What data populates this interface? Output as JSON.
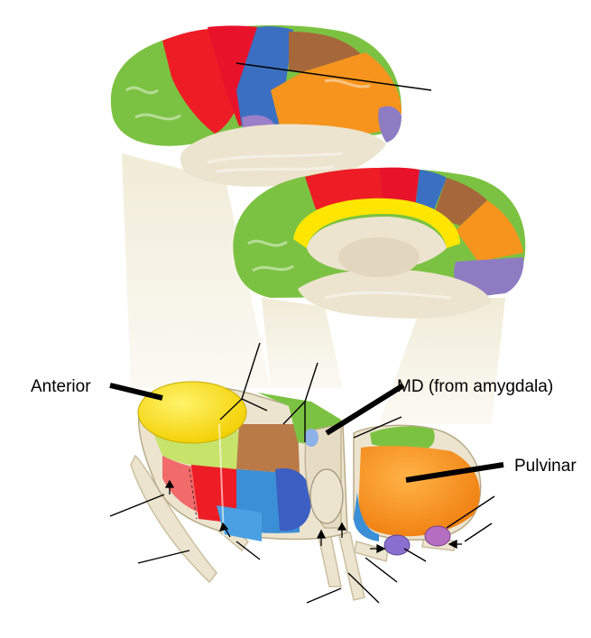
{
  "labels": {
    "anterior": "Anterior",
    "md": "MD (from amygdala)",
    "pulvinar": "Pulvinar"
  },
  "colors": {
    "prefrontal_green": "#7cc242",
    "motor_red": "#ee1c25",
    "somatosensory_blue": "#3b6fc2",
    "parietal_brown": "#a6683a",
    "parietal_orange": "#f7941d",
    "occipital_purple": "#8e7cc3",
    "temporal_cream": "#ece4cf",
    "cingulate_yellow": "#ffe600",
    "background": "#ffffff"
  },
  "icons": {
    "thalamus": "thalamus-illustration",
    "lateral_cortex": "lateral-brain-icon",
    "medial_cortex": "medial-brain-icon"
  }
}
